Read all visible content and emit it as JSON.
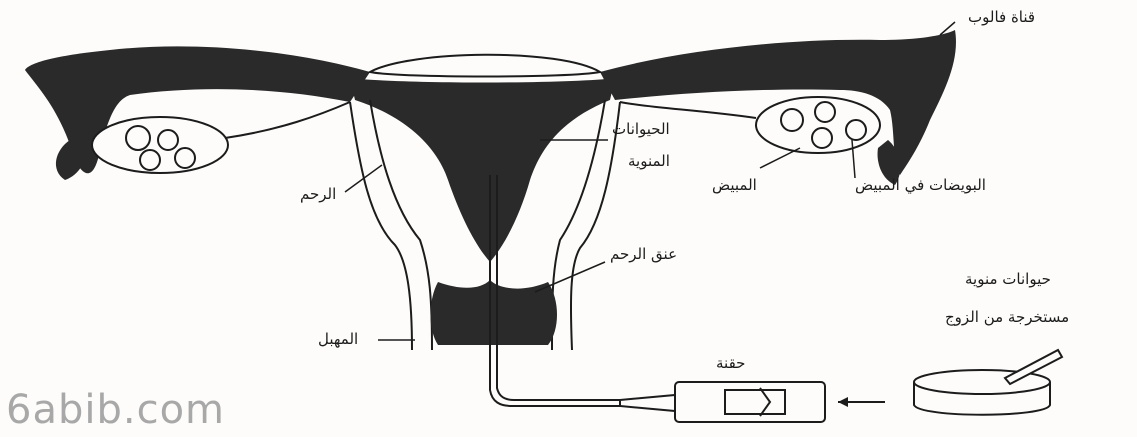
{
  "labels": {
    "fallopian_tube": "قناة فالوب",
    "sperm_line1": "الحيوانات",
    "sperm_line2": "المنوية",
    "uterus": "الرحم",
    "ovary": "المبيض",
    "eggs_in_ovary": "البويضات في المبيض",
    "cervix": "عنق الرحم",
    "vagina": "المهبل",
    "syringe": "حقنة",
    "husband_sperm_line1": "حيوانات منوية",
    "husband_sperm_line2": "مستخرجة من الزوج"
  },
  "watermark": "6abib.com",
  "colors": {
    "ink": "#1c1c1c",
    "tissue": "#2a2a2a",
    "paper": "#fdfcfa",
    "watermark": "#a8a8a8"
  }
}
